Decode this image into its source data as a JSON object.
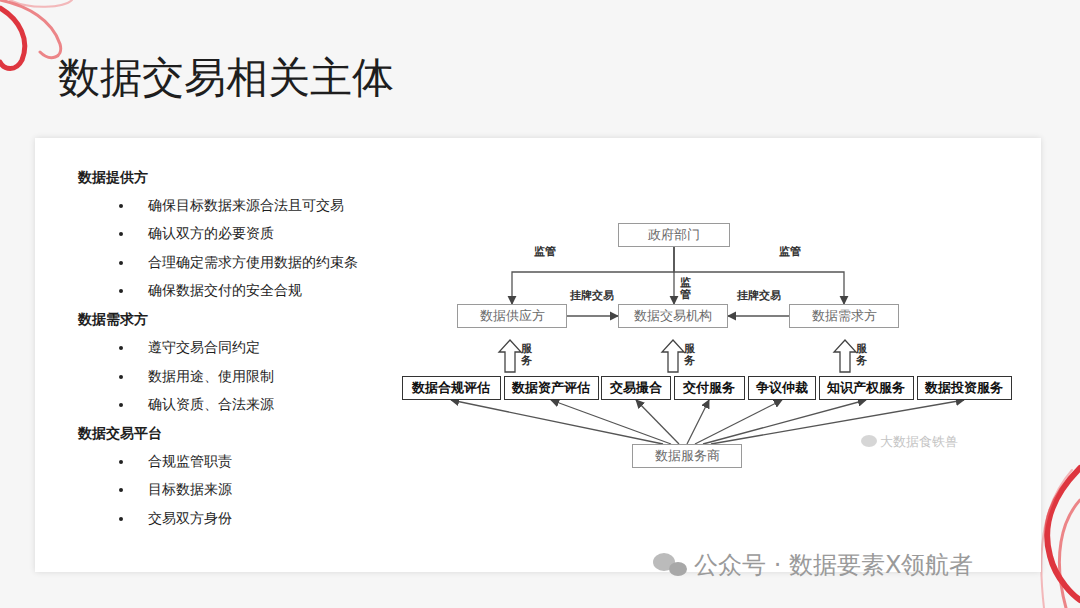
{
  "diagram": {
    "title": "数据交易相关主体",
    "nodes": [
      {
        "text": [
          "政府部门"
        ]
      },
      {
        "text": [
          "数据供应方"
        ]
      },
      {
        "text": [
          "数据交易机构"
        ]
      },
      {
        "text": [
          "数据需求方"
        ]
      },
      {
        "text": [
          "数据合规评估"
        ]
      },
      {
        "text": [
          "数据资产评估"
        ]
      },
      {
        "text": [
          "交易撮合"
        ]
      },
      {
        "text": [
          "交付服务"
        ]
      },
      {
        "text": [
          "争议仲裁"
        ]
      },
      {
        "text": [
          "知识产权服务"
        ]
      },
      {
        "text": [
          "数据投资服务"
        ]
      },
      {
        "text": [
          "数据服务商"
        ]
      }
    ],
    "edges": [
      {
        "from": 0,
        "to": 1,
        "label": "监管",
        "arrow": "to"
      },
      {
        "from": 0,
        "to": 2,
        "label": "监管",
        "arrow": "to"
      },
      {
        "from": 0,
        "to": 3,
        "label": "监管",
        "arrow": "to"
      },
      {
        "from": 1,
        "to": 2,
        "label": "挂牌交易",
        "arrow": "to"
      },
      {
        "from": 3,
        "to": 2,
        "label": "挂牌交易",
        "arrow": "to"
      },
      {
        "from": 11,
        "to": 4,
        "arrow": "to"
      },
      {
        "from": 11,
        "to": 5,
        "arrow": "to"
      },
      {
        "from": 11,
        "to": 6,
        "arrow": "to"
      },
      {
        "from": 11,
        "to": 7,
        "arrow": "to"
      },
      {
        "from": 11,
        "to": 8,
        "arrow": "to"
      },
      {
        "from": 11,
        "to": 9,
        "arrow": "to"
      },
      {
        "from": 11,
        "to": 10,
        "arrow": "to"
      }
    ],
    "labels": [
      "数据提供方",
      "确保目标数据来源合法且可交易",
      "确认双方的必要资质",
      "合理确定需求方使用数据的约束条",
      "确保数据交付的安全合规",
      "数据需求方",
      "遵守交易合同约定",
      "数据用途、使用限制",
      "确认资质、合法来源",
      "数据交易平台",
      "合规监管职责",
      "目标数据来源",
      "交易双方身份",
      "服务",
      "服务",
      "服务",
      "大数据食铁兽",
      "公众号 · 数据要素X领航者"
    ]
  }
}
